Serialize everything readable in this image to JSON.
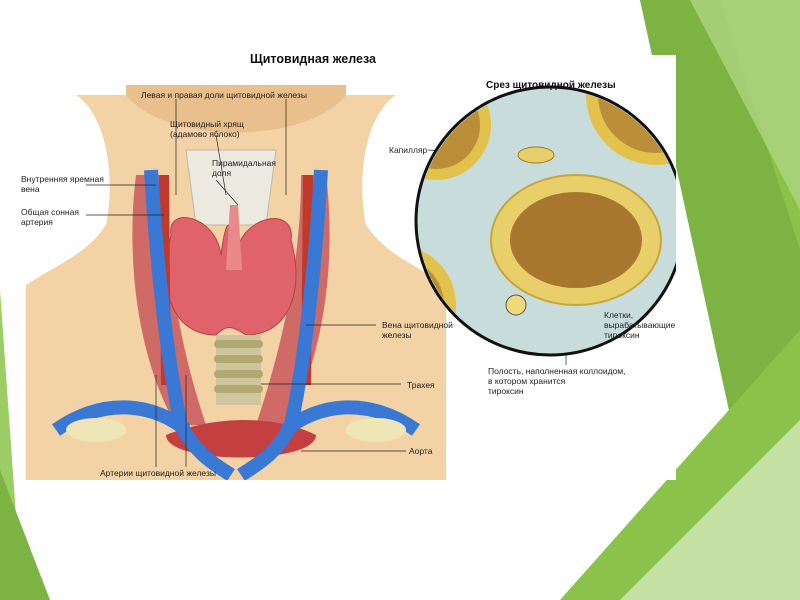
{
  "title": "Щитовидная железа",
  "section_title": "Срез щитовидной железы",
  "labels": {
    "lobes": "Левая и правая доли щитовидной железы",
    "cartilage": "Щитовидный хрящ\n(адамово яблоко)",
    "pyramidal": "Пирамидальная\nдоля",
    "jugular": "Внутренняя яремная\nвена",
    "carotid": "Общая сонная\nартерия",
    "thyroid_vein": "Вена щитовидной\nжелезы",
    "trachea": "Трахея",
    "aorta": "Аорта",
    "arteries": "Артерии щитовидной железы",
    "capillary": "Капилляр",
    "cavity": "Полость, наполненная коллоидом,\nв котором хранится\nтироксин",
    "cells": "Клетки,\nвырабатывающие\nтироксин"
  },
  "colors": {
    "slide_green_dark": "#7cb342",
    "slide_green_light": "#c5e1a5",
    "vein_blue": "#3a78d6",
    "artery_red": "#c0392b",
    "thyroid_pink": "#e0626a",
    "skin": "#f3d3a5",
    "follicle_yellow": "#e2c24a"
  }
}
